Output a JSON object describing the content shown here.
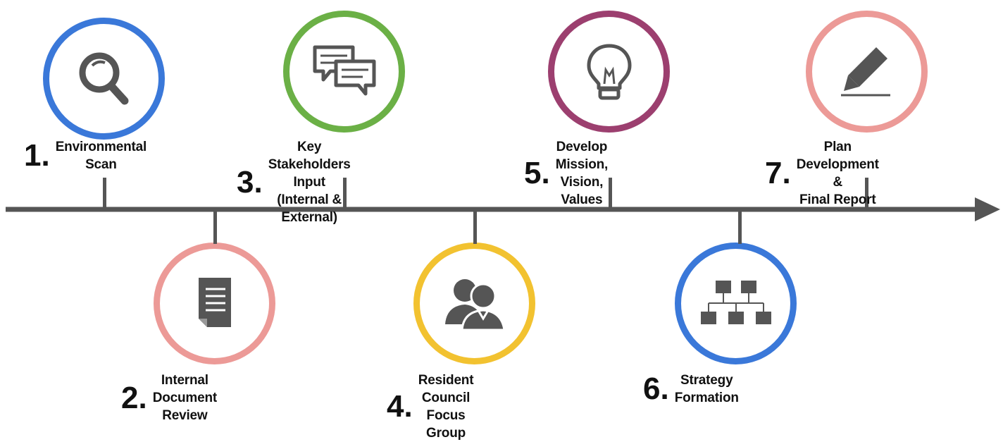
{
  "colors": {
    "axis": "#555555",
    "icon": "#555555",
    "blue": "#3a78d9",
    "pink": "#ec9a97",
    "green": "#6bb046",
    "yellow": "#f2c230",
    "purple": "#9c3f6f"
  },
  "steps": [
    {
      "number": "1.",
      "line1": "Environmental",
      "line2": "Scan",
      "icon": "magnifier-icon",
      "color": "#3a78d9"
    },
    {
      "number": "2.",
      "line1": "Internal Document",
      "line2": "Review",
      "icon": "document-icon",
      "color": "#ec9a97"
    },
    {
      "number": "3.",
      "line1": "Key Stakeholders Input",
      "line2": "(Internal & External)",
      "icon": "speech-bubbles-icon",
      "color": "#6bb046"
    },
    {
      "number": "4.",
      "line1": "Resident Council",
      "line2": "Focus Group",
      "icon": "people-icon",
      "color": "#f2c230"
    },
    {
      "number": "5.",
      "line1": "Develop Mission,",
      "line2": "Vision, Values",
      "icon": "lightbulb-icon",
      "color": "#9c3f6f"
    },
    {
      "number": "6.",
      "line1": "Strategy Formation",
      "line2": "",
      "icon": "org-chart-icon",
      "color": "#3a78d9"
    },
    {
      "number": "7.",
      "line1": "Plan Development &",
      "line2": "Final Report",
      "icon": "pen-icon",
      "color": "#ec9a97"
    }
  ]
}
